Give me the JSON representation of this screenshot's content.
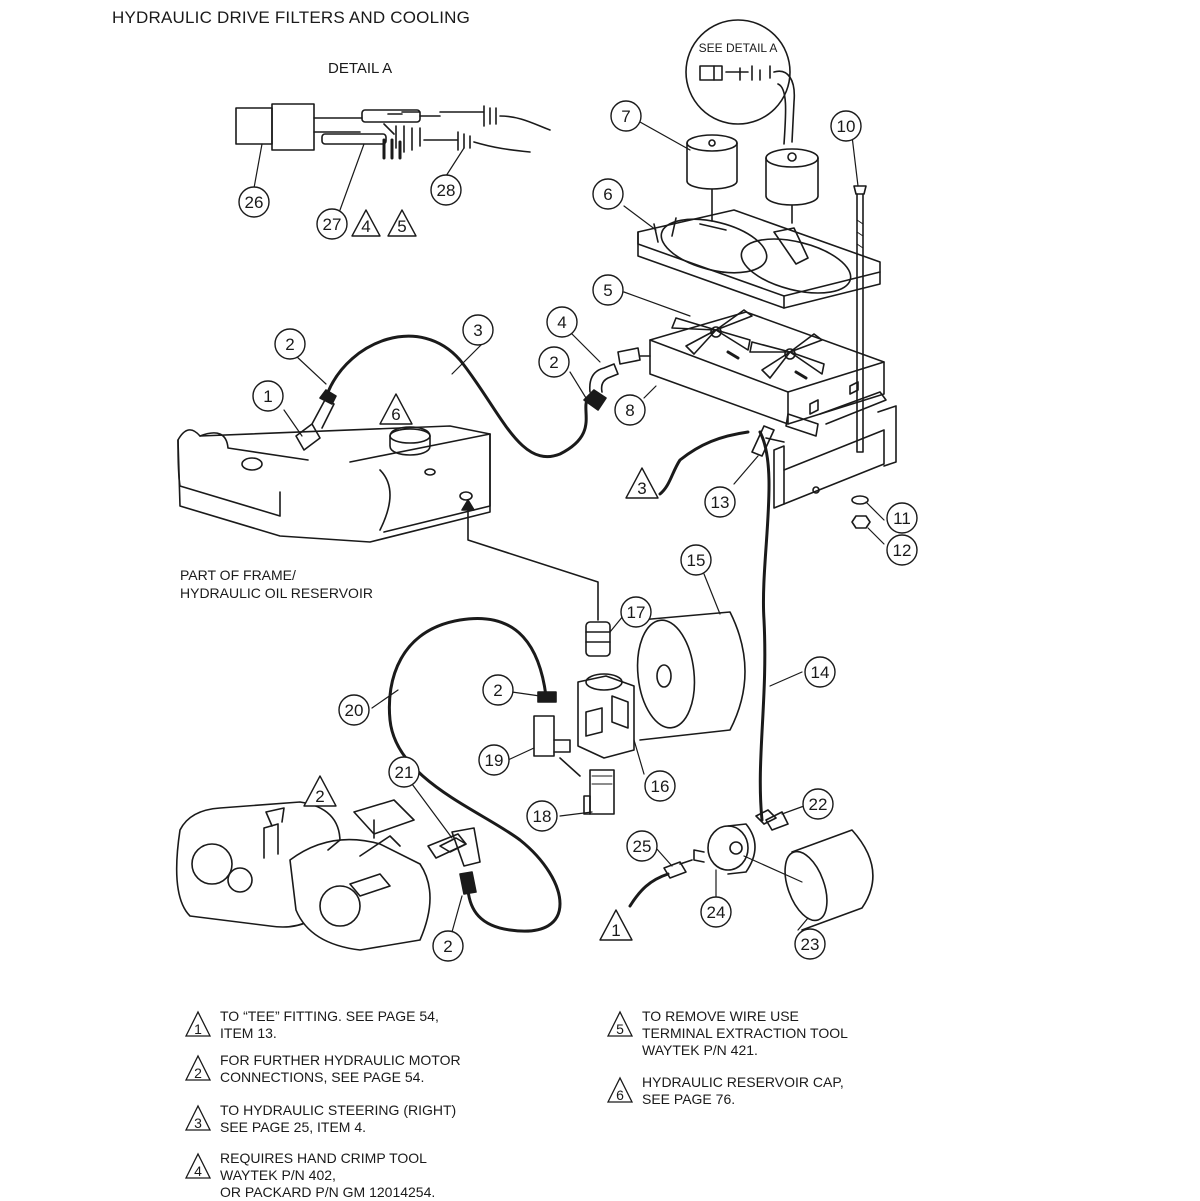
{
  "title": "HYDRAULIC DRIVE FILTERS AND COOLING",
  "detail_title": "DETAIL A",
  "see_detail": "SEE DETAIL A",
  "frame_label": [
    "PART OF FRAME/",
    "HYDRAULIC OIL RESERVOIR"
  ],
  "callouts": [
    {
      "id": "c26",
      "label": "26"
    },
    {
      "id": "c27",
      "label": "27"
    },
    {
      "id": "c28",
      "label": "28"
    },
    {
      "id": "c7",
      "label": "7"
    },
    {
      "id": "c10",
      "label": "10"
    },
    {
      "id": "c6",
      "label": "6"
    },
    {
      "id": "c5",
      "label": "5"
    },
    {
      "id": "c4",
      "label": "4"
    },
    {
      "id": "c2a",
      "label": "2"
    },
    {
      "id": "c8",
      "label": "8"
    },
    {
      "id": "c3",
      "label": "3"
    },
    {
      "id": "c2b",
      "label": "2"
    },
    {
      "id": "c1",
      "label": "1"
    },
    {
      "id": "c13",
      "label": "13"
    },
    {
      "id": "c11",
      "label": "11"
    },
    {
      "id": "c12",
      "label": "12"
    },
    {
      "id": "c15",
      "label": "15"
    },
    {
      "id": "c17",
      "label": "17"
    },
    {
      "id": "c14",
      "label": "14"
    },
    {
      "id": "c20",
      "label": "20"
    },
    {
      "id": "c2c",
      "label": "2"
    },
    {
      "id": "c19",
      "label": "19"
    },
    {
      "id": "c16",
      "label": "16"
    },
    {
      "id": "c21",
      "label": "21"
    },
    {
      "id": "c18",
      "label": "18"
    },
    {
      "id": "c22",
      "label": "22"
    },
    {
      "id": "c25",
      "label": "25"
    },
    {
      "id": "c24",
      "label": "24"
    },
    {
      "id": "c23",
      "label": "23"
    },
    {
      "id": "c2d",
      "label": "2"
    }
  ],
  "flags": [
    {
      "id": "f4",
      "label": "4"
    },
    {
      "id": "f5",
      "label": "5"
    },
    {
      "id": "f6",
      "label": "6"
    },
    {
      "id": "f3",
      "label": "3"
    },
    {
      "id": "f2",
      "label": "2"
    },
    {
      "id": "f1",
      "label": "1"
    }
  ],
  "notes": [
    {
      "flag": "1",
      "lines": [
        "TO “TEE” FITTING. SEE PAGE 54,",
        "ITEM 13."
      ]
    },
    {
      "flag": "2",
      "lines": [
        "FOR FURTHER HYDRAULIC MOTOR",
        "CONNECTIONS, SEE PAGE 54."
      ]
    },
    {
      "flag": "3",
      "lines": [
        "TO HYDRAULIC STEERING (RIGHT)",
        "SEE PAGE 25, ITEM 4."
      ]
    },
    {
      "flag": "4",
      "lines": [
        "REQUIRES HAND CRIMP TOOL",
        "WAYTEK P/N 402,",
        "OR PACKARD P/N GM 12014254."
      ]
    },
    {
      "flag": "5",
      "lines": [
        "TO REMOVE WIRE USE",
        "TERMINAL EXTRACTION TOOL",
        "WAYTEK P/N 421."
      ]
    },
    {
      "flag": "6",
      "lines": [
        "HYDRAULIC RESERVOIR CAP,",
        "SEE PAGE 76."
      ]
    }
  ]
}
